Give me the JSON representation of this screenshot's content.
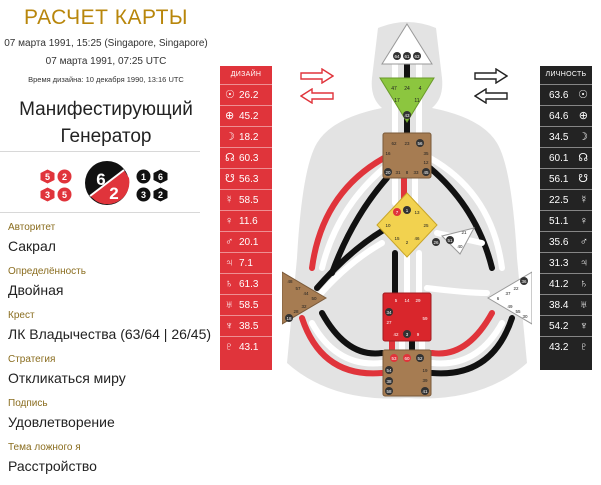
{
  "header": {
    "title": "РАСЧЕТ КАРТЫ",
    "birth_local": "07 марта 1991, 15:25 (Singapore, Singapore)",
    "birth_utc": "07 марта 1991, 07:25 UTC",
    "design_time": "Время дизайна: 10 декабря 1990, 13:16 UTC",
    "type_line1": "Манифестирующий",
    "type_line2": "Генератор"
  },
  "profile": {
    "line_personality": "6",
    "line_design": "2",
    "badges": [
      {
        "value": "5",
        "color": "red"
      },
      {
        "value": "2",
        "color": "red"
      },
      {
        "value": "3",
        "color": "red"
      },
      {
        "value": "5",
        "color": "red"
      },
      {
        "value": "1",
        "color": "black"
      },
      {
        "value": "6",
        "color": "black"
      },
      {
        "value": "3",
        "color": "black"
      },
      {
        "value": "2",
        "color": "black"
      }
    ]
  },
  "fields": [
    {
      "label": "Авторитет",
      "value": "Сакрал"
    },
    {
      "label": "Определённость",
      "value": "Двойная"
    },
    {
      "label": "Крест",
      "value": "ЛК Владычества (63/64 | 26/45)"
    },
    {
      "label": "Стратегия",
      "value": "Откликаться миру"
    },
    {
      "label": "Подпись",
      "value": "Удовлетворение"
    },
    {
      "label": "Тема ложного я",
      "value": "Расстройство"
    }
  ],
  "design": {
    "header": "ДИЗАЙН",
    "rows": [
      {
        "symbol": "☉",
        "value": "26.2"
      },
      {
        "symbol": "⊕",
        "value": "45.2"
      },
      {
        "symbol": "☽",
        "value": "18.2"
      },
      {
        "symbol": "☊",
        "value": "60.3"
      },
      {
        "symbol": "☋",
        "value": "56.3"
      },
      {
        "symbol": "☿",
        "value": "58.5"
      },
      {
        "symbol": "♀",
        "value": "11.6"
      },
      {
        "symbol": "♂",
        "value": "20.1"
      },
      {
        "symbol": "♃",
        "value": "7.1"
      },
      {
        "symbol": "♄",
        "value": "61.3"
      },
      {
        "symbol": "♅",
        "value": "58.5"
      },
      {
        "symbol": "♆",
        "value": "38.5"
      },
      {
        "symbol": "♇",
        "value": "43.1"
      }
    ]
  },
  "personality": {
    "header": "ЛИЧНОСТЬ",
    "rows": [
      {
        "symbol": "☉",
        "value": "63.6"
      },
      {
        "symbol": "⊕",
        "value": "64.6"
      },
      {
        "symbol": "☽",
        "value": "34.5"
      },
      {
        "symbol": "☊",
        "value": "60.1"
      },
      {
        "symbol": "☋",
        "value": "56.1"
      },
      {
        "symbol": "☿",
        "value": "22.5"
      },
      {
        "symbol": "♀",
        "value": "51.1"
      },
      {
        "symbol": "♂",
        "value": "35.6"
      },
      {
        "symbol": "♃",
        "value": "31.3"
      },
      {
        "symbol": "♄",
        "value": "41.2"
      },
      {
        "symbol": "♅",
        "value": "38.4"
      },
      {
        "symbol": "♆",
        "value": "54.2"
      },
      {
        "symbol": "♇",
        "value": "43.2"
      }
    ]
  },
  "bodygraph": {
    "head_gates": [
      "64",
      "61",
      "63"
    ],
    "ajna_gates": [
      "47",
      "24",
      "4",
      "17",
      "43",
      "11"
    ],
    "throat_gates": [
      "62",
      "23",
      "56",
      "16",
      "35",
      "12",
      "20",
      "31",
      "8",
      "33",
      "45"
    ],
    "g_gates": [
      "7",
      "1",
      "13",
      "10",
      "25",
      "15",
      "2",
      "46"
    ],
    "heart_gates": [
      "21",
      "51",
      "26",
      "40"
    ],
    "spleen_gates": [
      "48",
      "57",
      "44",
      "50",
      "32",
      "28",
      "18"
    ],
    "sacral_gates": [
      "5",
      "14",
      "29",
      "34",
      "27",
      "42",
      "3",
      "9",
      "59"
    ],
    "solar_gates": [
      "36",
      "22",
      "37",
      "6",
      "49",
      "55",
      "30"
    ],
    "root_gates": [
      "53",
      "60",
      "52",
      "54",
      "38",
      "58",
      "19",
      "39",
      "41"
    ]
  },
  "colors": {
    "accent_gold": "#b8860b",
    "design_red": "#e0343b",
    "personality_dark": "#232323",
    "center_brown": "#a67c52",
    "center_yellow": "#f2d24f",
    "center_green": "#8cc63f",
    "center_red": "#d9262c"
  },
  "icons": {
    "arrow_design_top": "arrow-right-icon",
    "arrow_design_bottom": "arrow-left-icon",
    "arrow_personality_top": "arrow-right-icon",
    "arrow_personality_bottom": "arrow-left-icon"
  }
}
